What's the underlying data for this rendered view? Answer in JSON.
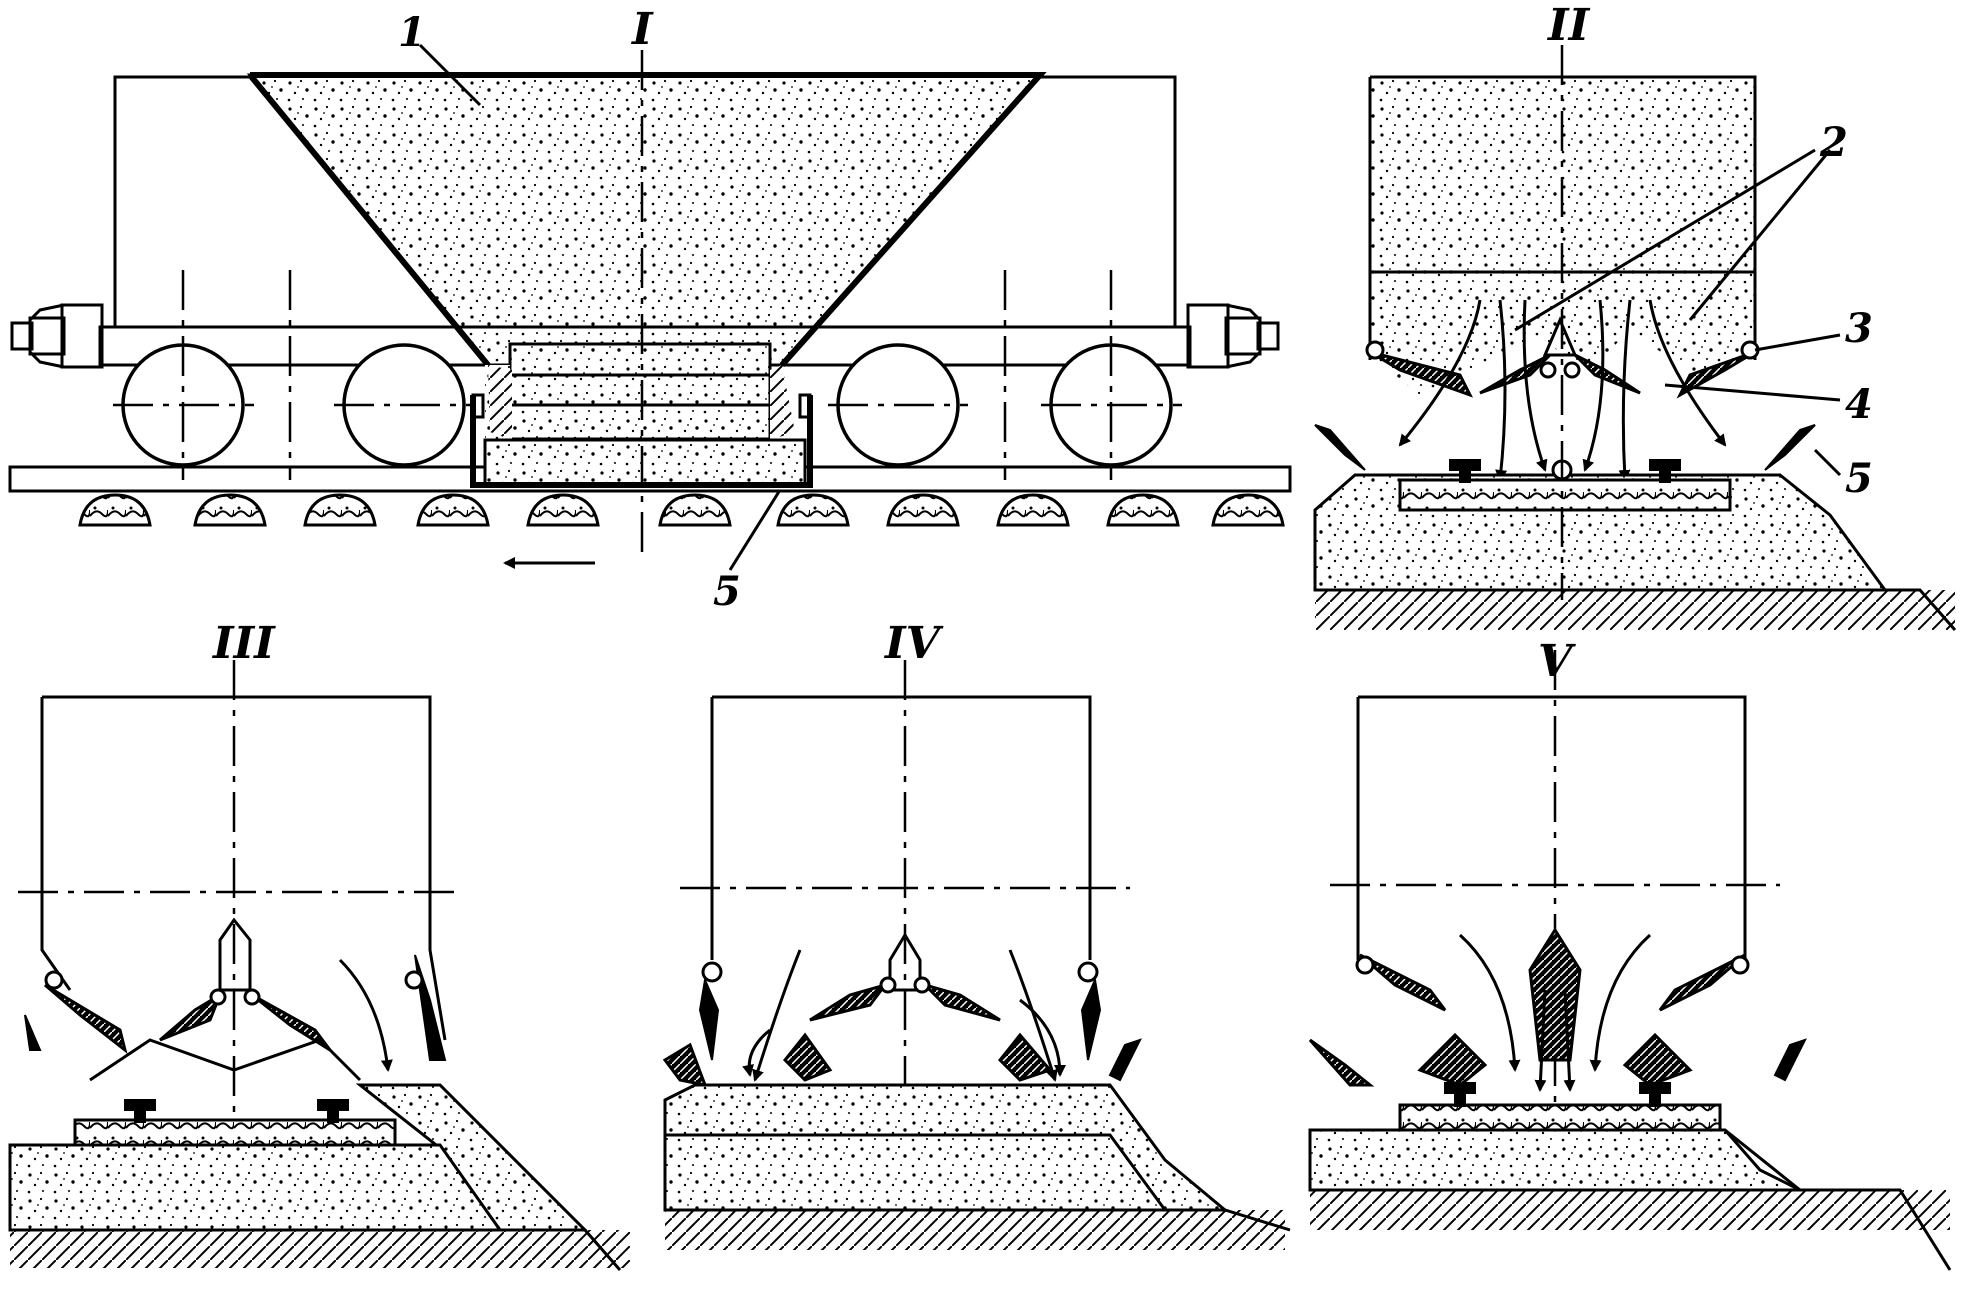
{
  "views": {
    "v1": "I",
    "v2": "II",
    "v3": "III",
    "v4": "IV",
    "v5": "V"
  },
  "callouts": {
    "c1": "1",
    "c2": "2",
    "c3": "3",
    "c4": "4",
    "c5a": "5",
    "c5b": "5"
  }
}
